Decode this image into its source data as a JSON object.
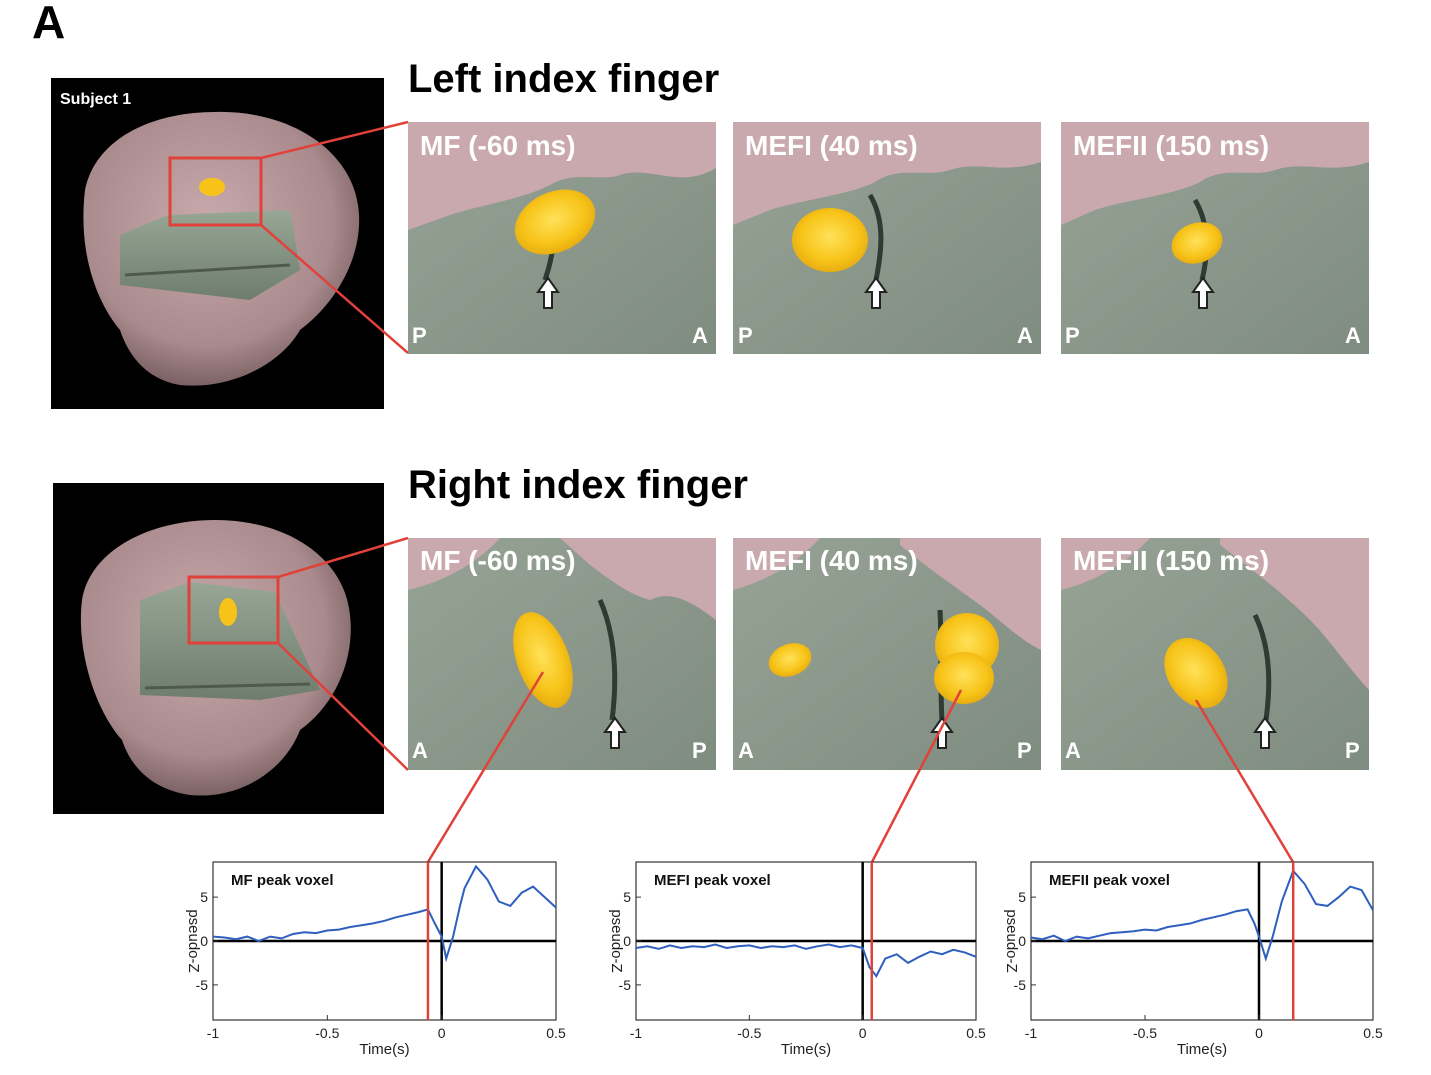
{
  "figure": {
    "panel_letter": "A",
    "rows": [
      {
        "title": "Left index finger",
        "subject_label": "Subject 1",
        "slices": [
          {
            "label": "MF (-60 ms)",
            "left": "P",
            "right": "A"
          },
          {
            "label": "MEFI (40 ms)",
            "left": "P",
            "right": "A"
          },
          {
            "label": "MEFII (150 ms)",
            "left": "P",
            "right": "A"
          }
        ]
      },
      {
        "title": "Right index finger",
        "subject_label": "",
        "slices": [
          {
            "label": "MF (-60 ms)",
            "left": "A",
            "right": "P"
          },
          {
            "label": "MEFI (40 ms)",
            "left": "A",
            "right": "P"
          },
          {
            "label": "MEFII (150 ms)",
            "left": "A",
            "right": "P"
          }
        ]
      }
    ],
    "colors": {
      "brain_pink": "#b9999c",
      "slice_green": "#8d9a8e",
      "activation": "#f7c318",
      "connector": "#e0423a",
      "trace": "#2e5fbf",
      "marker": "#e0423a"
    }
  },
  "chart_data": [
    {
      "type": "line",
      "title": "MF peak voxel",
      "xlabel": "Time(s)",
      "ylabel": "pseudo-Z",
      "xlim": [
        -1,
        0.5
      ],
      "ylim": [
        -9,
        9
      ],
      "xticks": [
        "-1",
        "-0.5",
        "0",
        "0.5"
      ],
      "yticks": [
        "5",
        "0",
        "-5"
      ],
      "marker_time": -0.06,
      "x": [
        -1.0,
        -0.95,
        -0.9,
        -0.85,
        -0.8,
        -0.75,
        -0.7,
        -0.65,
        -0.6,
        -0.55,
        -0.5,
        -0.45,
        -0.4,
        -0.35,
        -0.3,
        -0.25,
        -0.2,
        -0.15,
        -0.1,
        -0.06,
        -0.03,
        0.0,
        0.02,
        0.05,
        0.08,
        0.1,
        0.15,
        0.2,
        0.25,
        0.3,
        0.35,
        0.4,
        0.45,
        0.5
      ],
      "values": [
        0.5,
        0.4,
        0.2,
        0.5,
        0.0,
        0.5,
        0.3,
        0.8,
        1.0,
        0.9,
        1.2,
        1.3,
        1.6,
        1.8,
        2.0,
        2.3,
        2.7,
        3.0,
        3.3,
        3.6,
        2.0,
        0.5,
        -2.0,
        0.5,
        4.0,
        6.0,
        8.5,
        7.0,
        4.5,
        4.0,
        5.5,
        6.2,
        5.0,
        3.8
      ]
    },
    {
      "type": "line",
      "title": "MEFI peak voxel",
      "xlabel": "Time(s)",
      "ylabel": "pseudo-Z",
      "xlim": [
        -1,
        0.5
      ],
      "ylim": [
        -9,
        9
      ],
      "xticks": [
        "-1",
        "-0.5",
        "0",
        "0.5"
      ],
      "yticks": [
        "5",
        "0",
        "-5"
      ],
      "marker_time": 0.04,
      "x": [
        -1.0,
        -0.95,
        -0.9,
        -0.85,
        -0.8,
        -0.75,
        -0.7,
        -0.65,
        -0.6,
        -0.55,
        -0.5,
        -0.45,
        -0.4,
        -0.35,
        -0.3,
        -0.25,
        -0.2,
        -0.15,
        -0.1,
        -0.05,
        0.0,
        0.03,
        0.06,
        0.1,
        0.15,
        0.2,
        0.25,
        0.3,
        0.35,
        0.4,
        0.45,
        0.5
      ],
      "values": [
        -0.8,
        -0.6,
        -0.9,
        -0.5,
        -0.8,
        -0.6,
        -0.7,
        -0.4,
        -0.8,
        -0.6,
        -0.5,
        -0.8,
        -0.6,
        -0.7,
        -0.5,
        -0.9,
        -0.6,
        -0.4,
        -0.7,
        -0.5,
        -0.8,
        -3.0,
        -4.0,
        -2.0,
        -1.5,
        -2.5,
        -1.8,
        -1.2,
        -1.5,
        -1.0,
        -1.3,
        -1.8
      ]
    },
    {
      "type": "line",
      "title": "MEFII peak voxel",
      "xlabel": "Time(s)",
      "ylabel": "pseudo-Z",
      "xlim": [
        -1,
        0.5
      ],
      "ylim": [
        -9,
        9
      ],
      "xticks": [
        "-1",
        "-0.5",
        "0",
        "0.5"
      ],
      "yticks": [
        "5",
        "0",
        "-5"
      ],
      "marker_time": 0.15,
      "x": [
        -1.0,
        -0.95,
        -0.9,
        -0.85,
        -0.8,
        -0.75,
        -0.7,
        -0.65,
        -0.6,
        -0.55,
        -0.5,
        -0.45,
        -0.4,
        -0.35,
        -0.3,
        -0.25,
        -0.2,
        -0.15,
        -0.1,
        -0.05,
        -0.02,
        0.0,
        0.03,
        0.06,
        0.1,
        0.15,
        0.2,
        0.25,
        0.3,
        0.35,
        0.4,
        0.45,
        0.5
      ],
      "values": [
        0.4,
        0.2,
        0.6,
        0.0,
        0.5,
        0.3,
        0.6,
        0.9,
        1.0,
        1.1,
        1.3,
        1.2,
        1.6,
        1.8,
        2.0,
        2.4,
        2.7,
        3.0,
        3.4,
        3.6,
        2.0,
        0.5,
        -2.0,
        0.5,
        4.5,
        8.0,
        6.5,
        4.2,
        4.0,
        5.0,
        6.2,
        5.8,
        3.5
      ]
    }
  ]
}
